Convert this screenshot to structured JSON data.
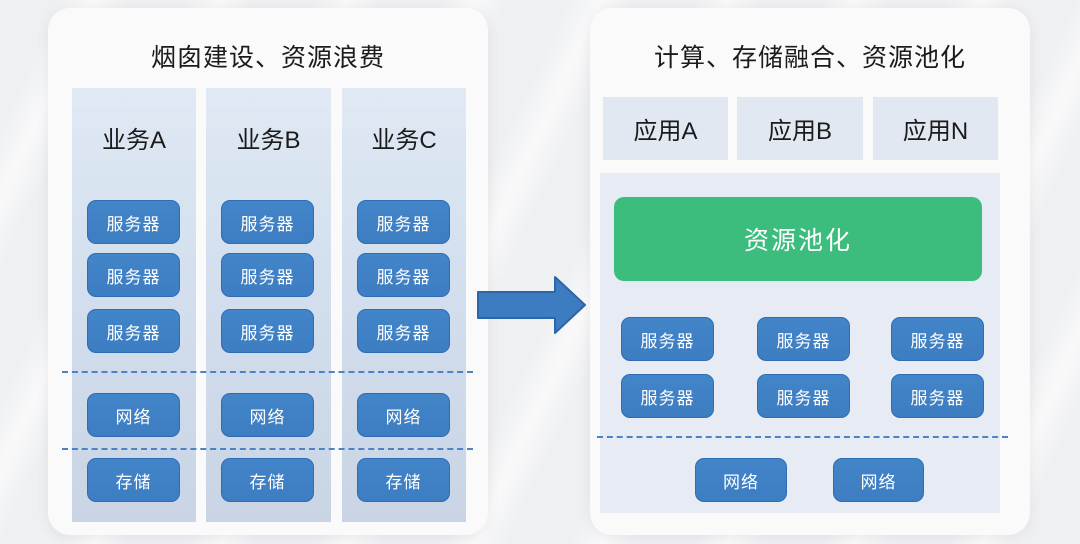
{
  "left_panel": {
    "title": "烟囱建设、资源浪费",
    "columns": [
      {
        "label": "业务A",
        "servers": [
          "服务器",
          "服务器",
          "服务器"
        ],
        "network": "网络",
        "storage": "存储"
      },
      {
        "label": "业务B",
        "servers": [
          "服务器",
          "服务器",
          "服务器"
        ],
        "network": "网络",
        "storage": "存储"
      },
      {
        "label": "业务C",
        "servers": [
          "服务器",
          "服务器",
          "服务器"
        ],
        "network": "网络",
        "storage": "存储"
      }
    ]
  },
  "right_panel": {
    "title": "计算、存储融合、资源池化",
    "apps": [
      "应用A",
      "应用B",
      "应用N"
    ],
    "pool_label": "资源池化",
    "servers": [
      "服务器",
      "服务器",
      "服务器",
      "服务器",
      "服务器",
      "服务器"
    ],
    "networks": [
      "网络",
      "网络"
    ]
  },
  "colors": {
    "box_blue": "#3d7dc2",
    "box_blue_border": "#2e6cb4",
    "pool_green": "#3cbd7e",
    "column_bg_top": "#e0e9f4",
    "column_bg_bottom": "#c9d4e4",
    "app_box_bg": "#e2e8f2",
    "container_bg": "#e7ecf4",
    "dashed_line": "#4d82c4",
    "arrow_fill": "#3d7cc0",
    "arrow_border": "#2d65a9",
    "title_text": "#1b1b1b"
  }
}
